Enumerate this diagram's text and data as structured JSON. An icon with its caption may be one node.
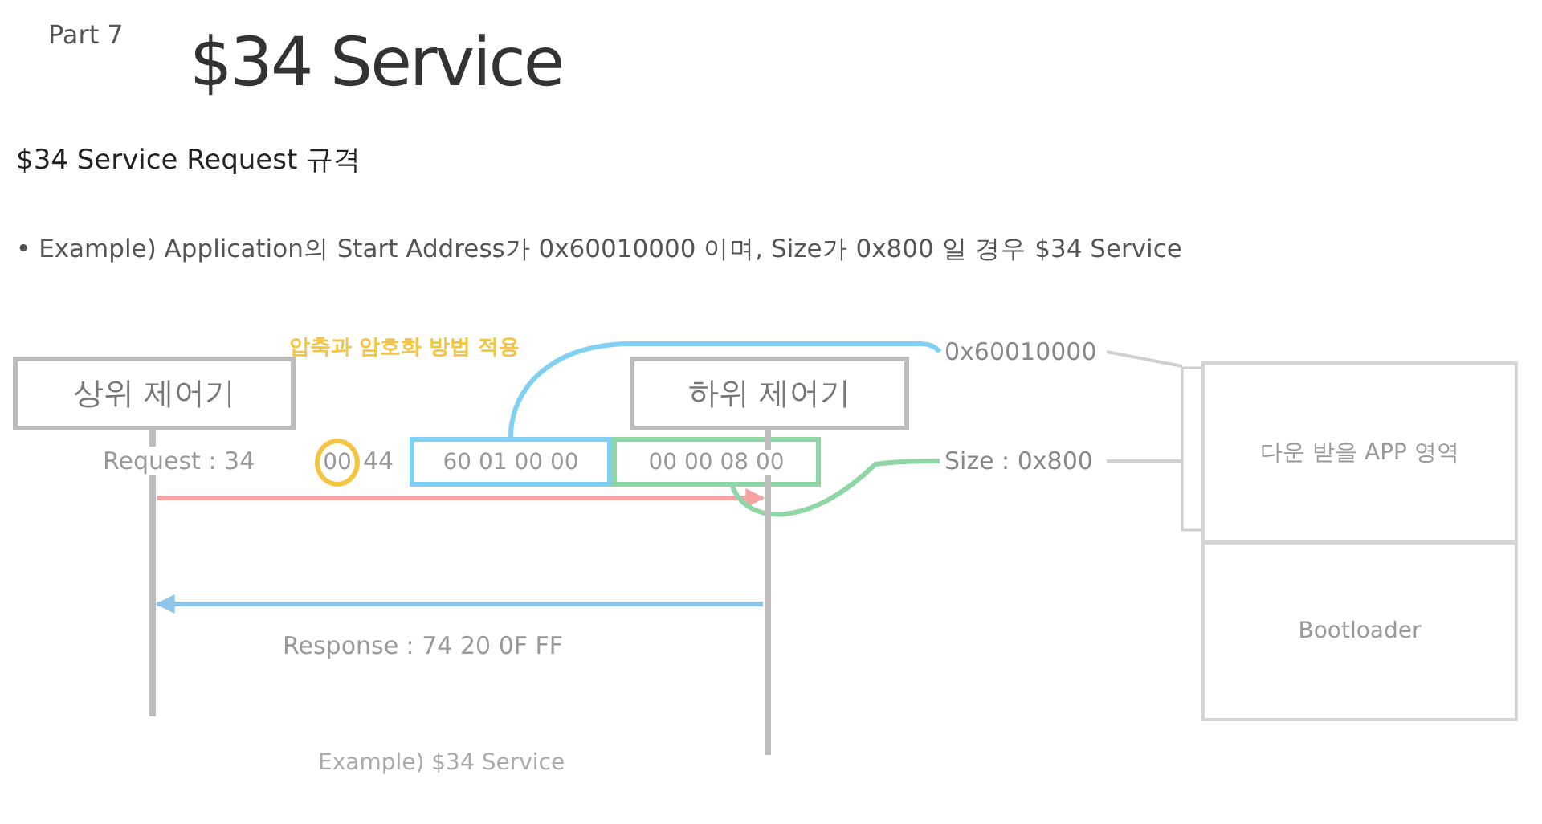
{
  "diagram": {
    "title": "$34 Service",
    "nodes": [
      {
        "text": [
          "상위 제어기"
        ]
      },
      {
        "text": [
          "하위 제어기"
        ]
      },
      {
        "text": [
          "00"
        ]
      },
      {
        "text": [
          "60 01 00 00"
        ]
      },
      {
        "text": [
          "00 00 08 00"
        ]
      },
      {
        "text": [
          "0x60010000"
        ]
      },
      {
        "text": [
          "Size : 0x800"
        ]
      },
      {
        "text": [
          "다운 받을 APP 영역"
        ]
      },
      {
        "text": [
          "Bootloader"
        ]
      },
      {
        "text": [],
        "shape": "bar"
      },
      {
        "text": [],
        "shape": "bar"
      }
    ],
    "edges": [
      {
        "from": 9,
        "to": 10,
        "arrow": "to",
        "color": "#f5a3a3"
      },
      {
        "from": 10,
        "to": 9,
        "arrow": "to",
        "color": "#8ec4e8"
      },
      {
        "from": 3,
        "to": 5,
        "arrow": "none",
        "color": "#7fd0f2"
      },
      {
        "from": 4,
        "to": 6,
        "arrow": "none",
        "color": "#8fd6a6"
      },
      {
        "from": 5,
        "to": 7,
        "arrow": "none",
        "color": "#d0d0d0"
      },
      {
        "from": 6,
        "to": 7,
        "arrow": "none",
        "color": "#d0d0d0"
      }
    ],
    "labels": [
      "Part 7",
      "$34 Service Request 규격",
      "• Example) Application의 Start Address가 0x60010000 이며, Size가 0x800 일 경우 $34 Service",
      "압축과 암호화 방법 적용",
      "Request : 34",
      "44",
      "Response : 74 20 0F FF",
      "Example) $34 Service"
    ]
  }
}
